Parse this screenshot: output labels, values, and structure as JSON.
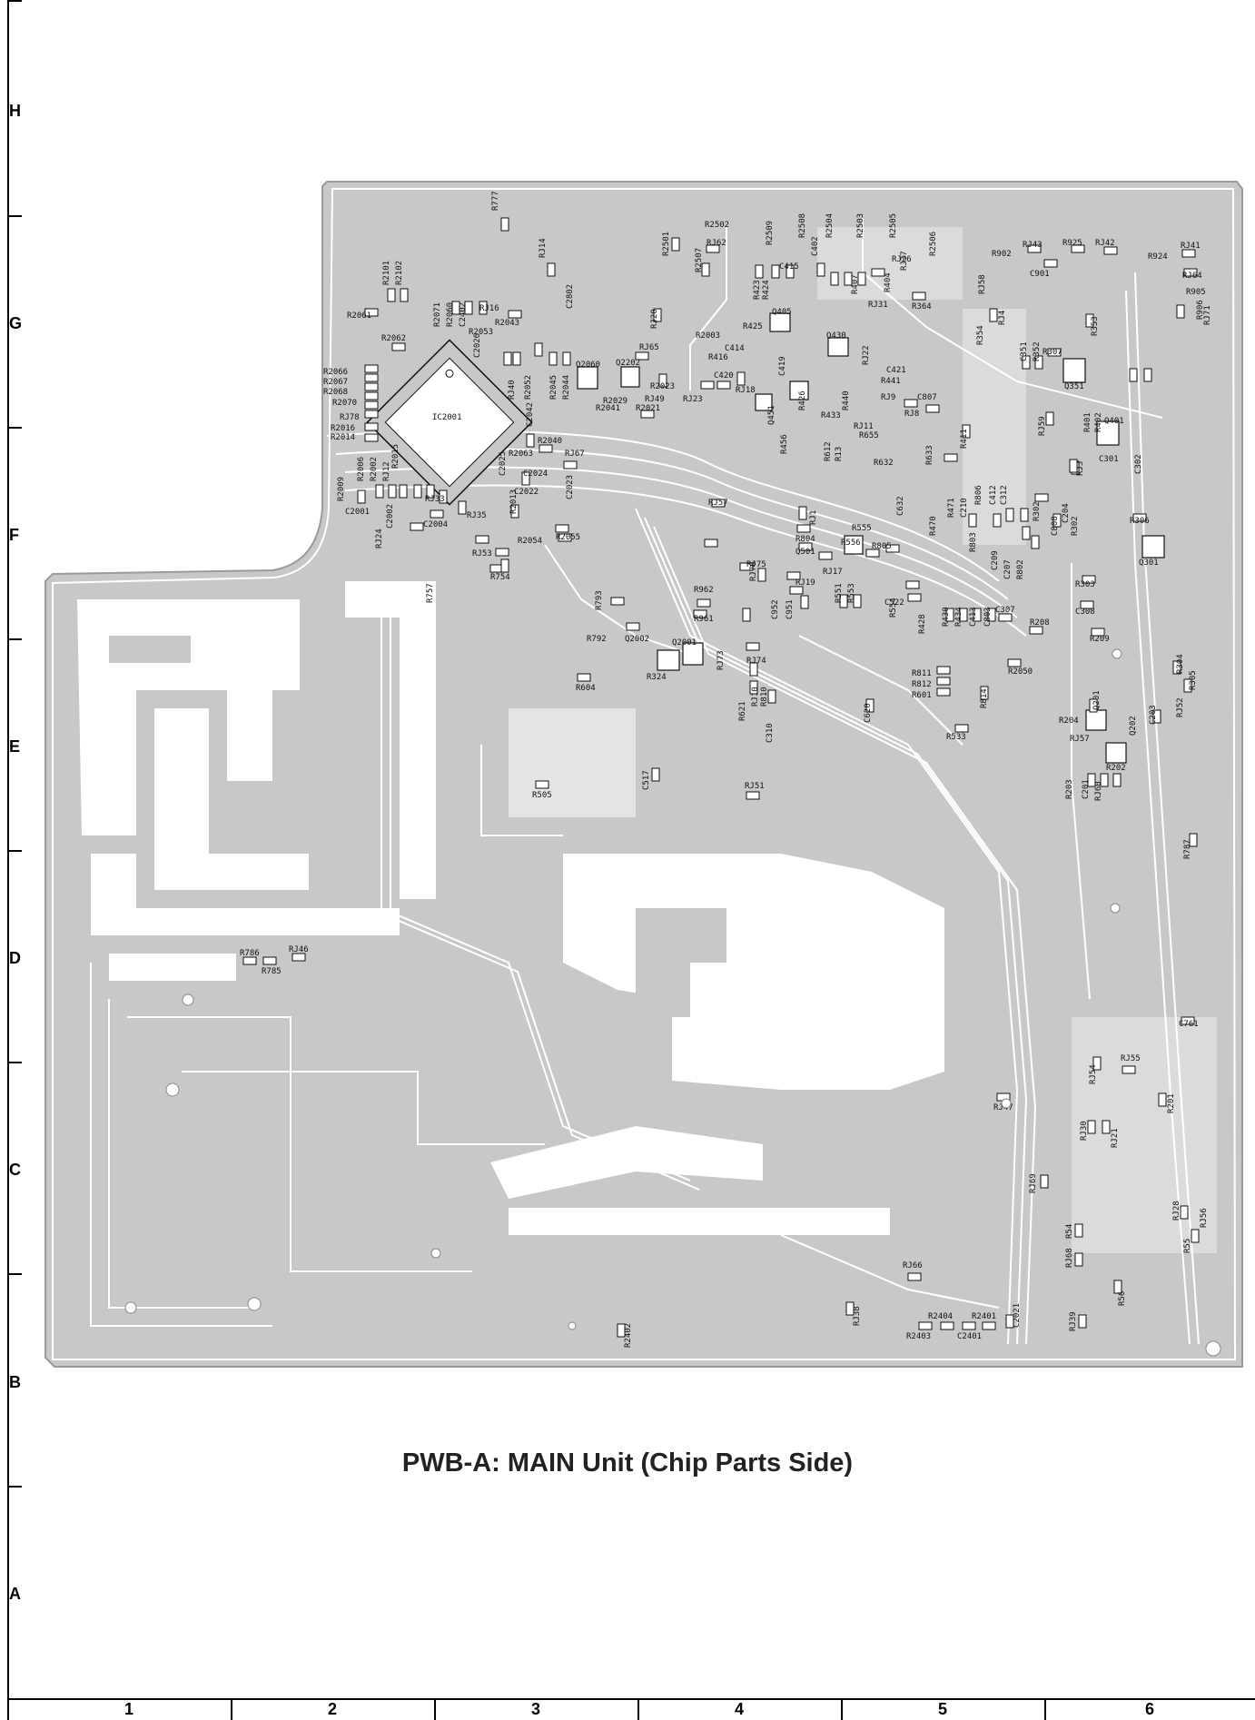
{
  "caption": "PWB-A: MAIN Unit (Chip Parts Side)",
  "row_labels": [
    "H",
    "G",
    "F",
    "E",
    "D",
    "C",
    "B",
    "A"
  ],
  "column_labels": [
    "1",
    "2",
    "3",
    "4",
    "5",
    "6"
  ],
  "components": [
    "IC2001",
    "R777",
    "RJ14",
    "C2802",
    "R2101",
    "R2102",
    "R2061",
    "R2062",
    "R2071",
    "R2060",
    "C2402",
    "RJ16",
    "R2043",
    "R2053",
    "RJ40",
    "R2044",
    "R2045",
    "R2052",
    "Q2060",
    "Q2202",
    "RJ65",
    "RJ20",
    "R2501",
    "R2502",
    "RJ62",
    "R2507",
    "R2509",
    "R2508",
    "R2504",
    "R2503",
    "R2505",
    "R2506",
    "R2003",
    "R2023",
    "R2021",
    "RJ49",
    "RJ23",
    "R2041",
    "R2029",
    "R2066",
    "R2067",
    "R2068",
    "R2070",
    "RJ78",
    "R2016",
    "R2014",
    "R2009",
    "R2006",
    "R2002",
    "RJ12",
    "R2015",
    "R2013",
    "C2001",
    "C2002",
    "C2004",
    "RJ24",
    "RJ33",
    "RJ35",
    "RJ53",
    "R754",
    "R757",
    "C2042",
    "C2024",
    "C2023",
    "C2022",
    "R2040",
    "RJ67",
    "R2054",
    "R2055",
    "RJ57",
    "C415",
    "C402",
    "C414",
    "C420",
    "C421",
    "C419",
    "Q405",
    "Q430",
    "Q451",
    "R416",
    "R425",
    "R423",
    "R424",
    "RJ18",
    "R426",
    "R456",
    "R433",
    "R440",
    "R441",
    "RJ9",
    "RJ22",
    "RJ26",
    "R407",
    "R404",
    "RJ37",
    "RJ31",
    "R364",
    "RJ58",
    "RJ4",
    "R354",
    "R902",
    "RJ43",
    "R925",
    "RJ42",
    "C901",
    "R924",
    "RJ41",
    "RJ64",
    "R906",
    "R905",
    "RJ71",
    "R353",
    "C351",
    "R352",
    "R307",
    "Q351",
    "RJ59",
    "R401",
    "R402",
    "Q401",
    "C301",
    "C302",
    "RJ3",
    "R306",
    "Q301",
    "C807",
    "RJ8",
    "RJ11",
    "R655",
    "R411",
    "R632",
    "R633",
    "R612",
    "R13",
    "C632",
    "R470",
    "R471",
    "C210",
    "R806",
    "C412",
    "C312",
    "R302",
    "C204",
    "R302",
    "C808",
    "C209",
    "C207",
    "R802",
    "R803",
    "R804",
    "Q501",
    "R555",
    "R556",
    "R805",
    "RJ17",
    "RJ19",
    "RJ1",
    "RJ75",
    "RJ76",
    "R962",
    "R961",
    "C952",
    "C951",
    "R551",
    "R553",
    "C522",
    "R554",
    "R428",
    "R430",
    "R434",
    "C413",
    "C803",
    "C307",
    "R303",
    "C308",
    "R209",
    "R208",
    "R2050",
    "R793",
    "R792",
    "Q2002",
    "Q2001",
    "R324",
    "RJ73",
    "RJ74",
    "R604",
    "RJ10",
    "R810",
    "R811",
    "R812",
    "R601",
    "R814",
    "R533",
    "C620",
    "R621",
    "C310",
    "R304",
    "R305",
    "RJ52",
    "C203",
    "Q201",
    "R204",
    "RJ57",
    "Q202",
    "R202",
    "R203",
    "C201",
    "RJ60",
    "R505",
    "C517",
    "RJ51",
    "R787",
    "R786",
    "R785",
    "RJ46",
    "C761",
    "RJ54",
    "RJ55",
    "RJ47",
    "R201",
    "RJ30",
    "RJ21",
    "RJ69",
    "RJ28",
    "RJ56",
    "R55",
    "R54",
    "RJ68",
    "RJ66",
    "R56",
    "RJ39",
    "RJ38",
    "R2402",
    "R2404",
    "R2401",
    "R2403",
    "C2401",
    "C2021",
    "C2025",
    "C2026",
    "R2063"
  ]
}
